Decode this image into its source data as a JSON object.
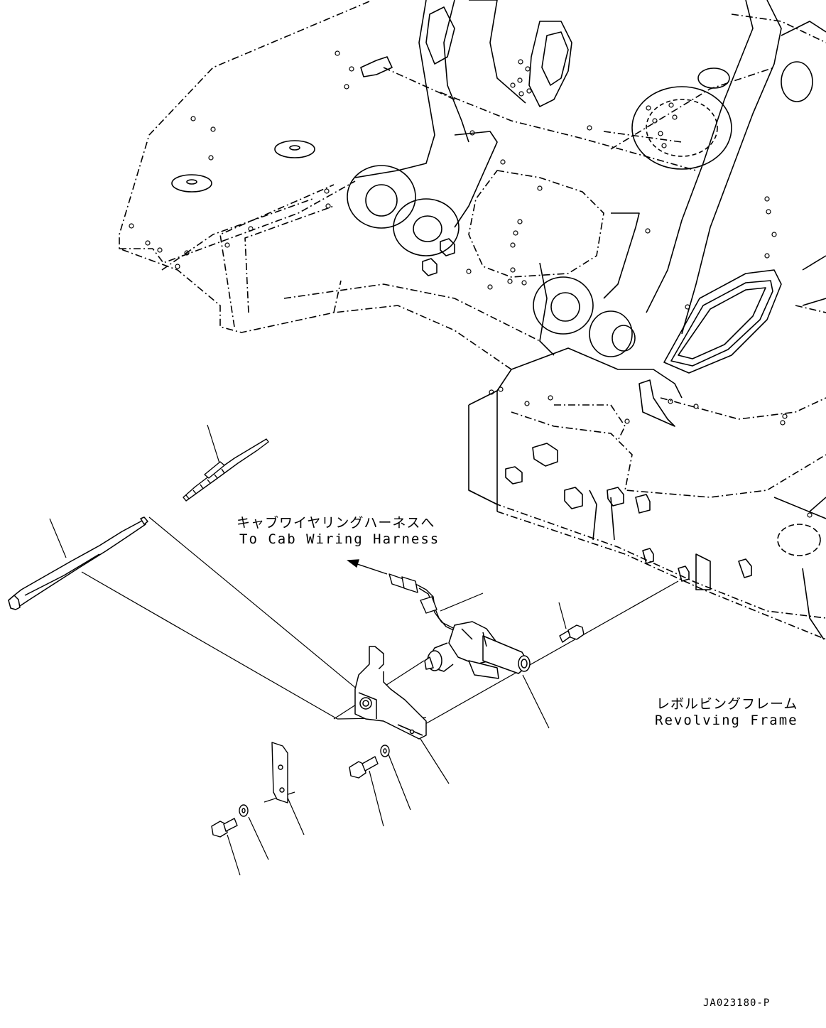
{
  "labels": {
    "cab_harness_jp": "キャブワイヤリングハーネスへ",
    "cab_harness_en": "To Cab Wiring Harness",
    "revolving_frame_jp": "レボルビングフレーム",
    "revolving_frame_en": "Revolving Frame",
    "drawing_number": "JA023180-P"
  },
  "colors": {
    "line": "#000000",
    "background": "#ffffff"
  }
}
